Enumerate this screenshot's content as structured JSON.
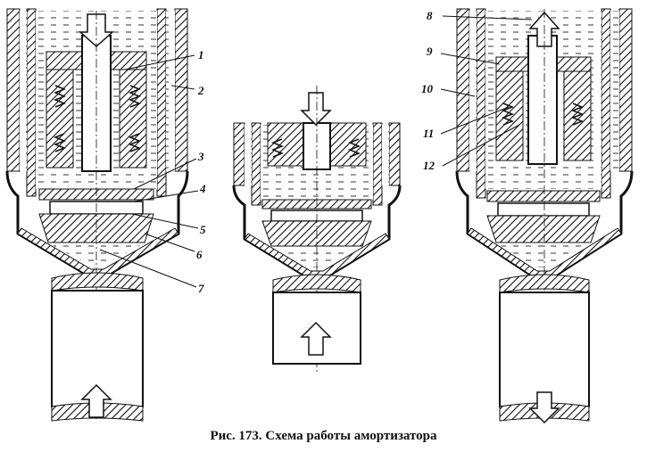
{
  "caption": "Рис. 173. Схема работы амортизатора",
  "labels": {
    "n1": "1",
    "n2": "2",
    "n3": "3",
    "n4": "4",
    "n5": "5",
    "n6": "6",
    "n7": "7",
    "n8": "8",
    "n9": "9",
    "n10": "10",
    "n11": "11",
    "n12": "12"
  },
  "colors": {
    "ink": "#111111",
    "paper": "#ffffff",
    "hatch": "#555555"
  }
}
